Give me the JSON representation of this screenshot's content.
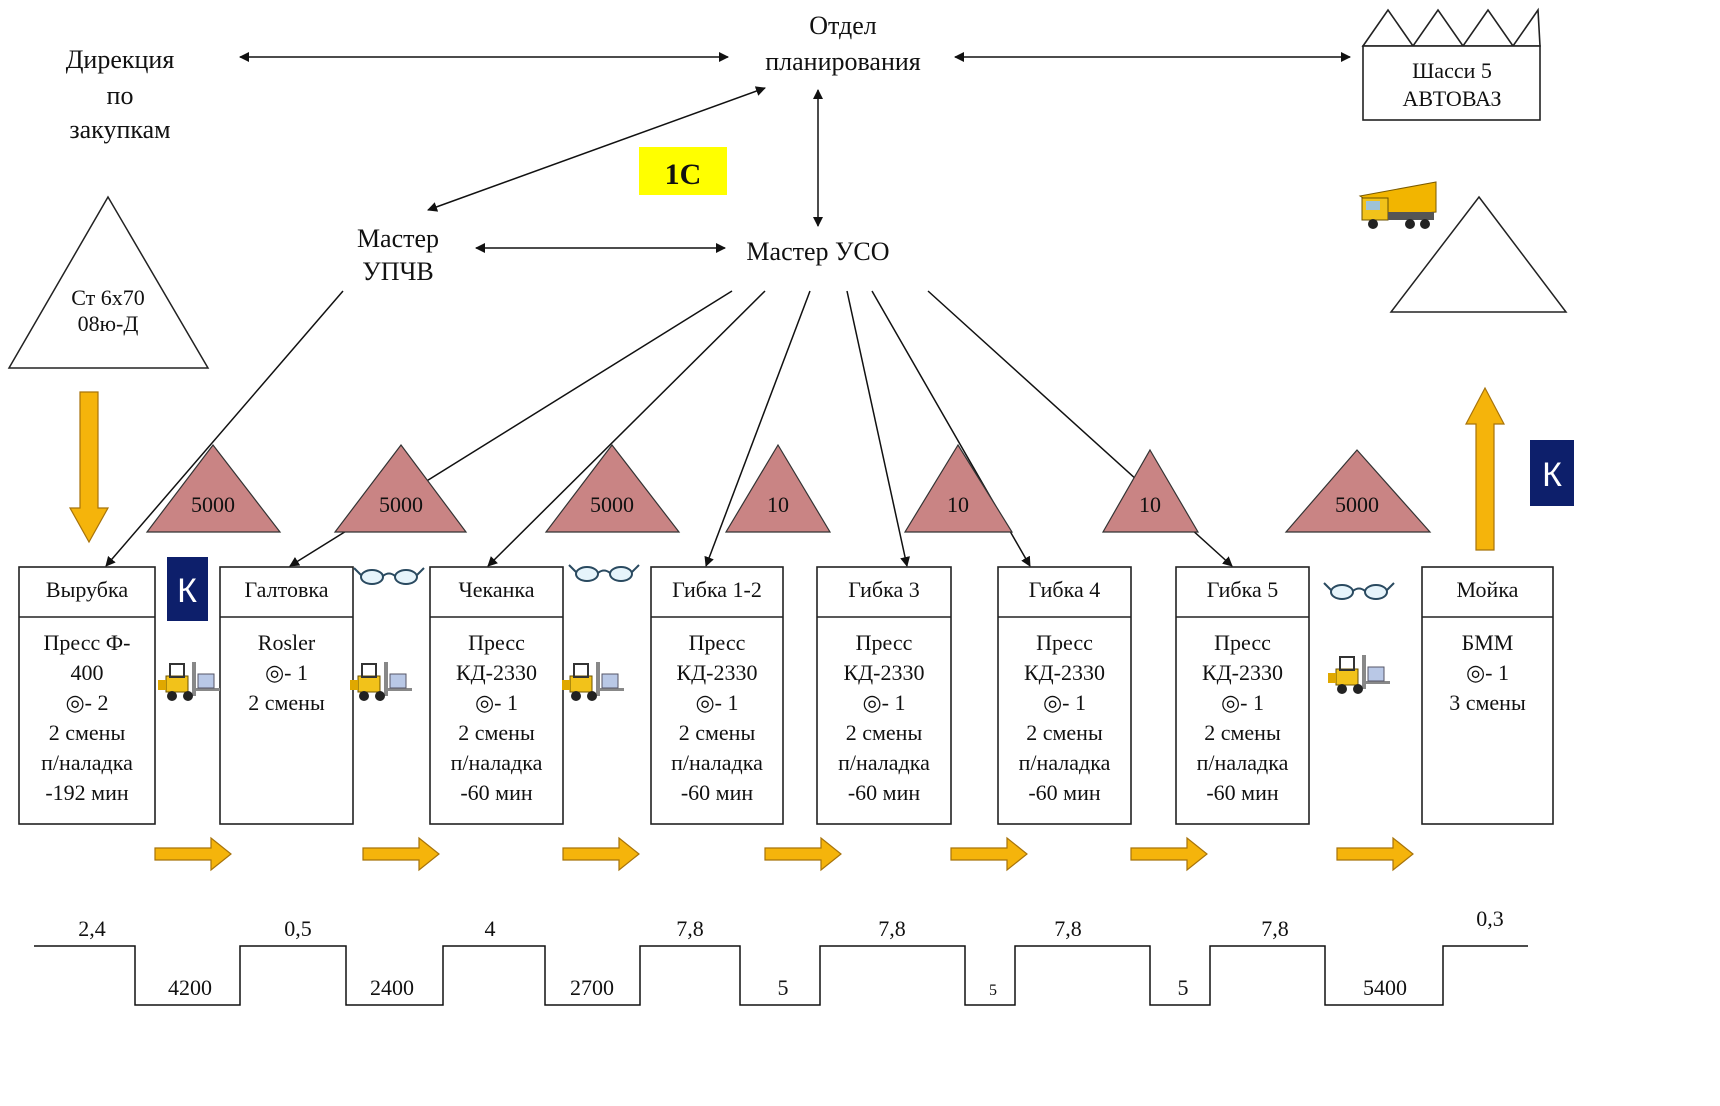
{
  "nodes": {
    "procurement": [
      "Дирекция",
      "по",
      "закупкам"
    ],
    "planning": [
      "Отдел",
      "планирования"
    ],
    "customer": [
      "Шасси 5",
      "АВТОВАЗ"
    ],
    "it_system": "1С",
    "master_upchv": [
      "Мастер",
      "УПЧВ"
    ],
    "master_uso": "Мастер УСО",
    "supplier_material": [
      "Ст 6х70",
      "08ю-Д"
    ]
  },
  "processes": [
    {
      "name": "Вырубка",
      "lines": [
        "Пресс Ф-",
        "400",
        "◎- 2",
        "2 смены",
        "п/наладка",
        "-192 мин"
      ]
    },
    {
      "name": "Галтовка",
      "lines": [
        "Rosler",
        "◎- 1",
        "2 смены"
      ]
    },
    {
      "name": "Чеканка",
      "lines": [
        "Пресс",
        "КД-2330",
        "◎- 1",
        "2 смены",
        "п/наладка",
        "-60 мин"
      ]
    },
    {
      "name": "Гибка 1-2",
      "lines": [
        "Пресс",
        "КД-2330",
        "◎- 1",
        "2 смены",
        "п/наладка",
        "-60 мин"
      ]
    },
    {
      "name": "Гибка 3",
      "lines": [
        "Пресс",
        "КД-2330",
        "◎- 1",
        "2 смены",
        "п/наладка",
        "-60 мин"
      ]
    },
    {
      "name": "Гибка 4",
      "lines": [
        "Пресс",
        "КД-2330",
        "◎- 1",
        "2 смены",
        "п/наладка",
        "-60 мин"
      ]
    },
    {
      "name": "Гибка 5",
      "lines": [
        "Пресс",
        "КД-2330",
        "◎- 1",
        "2 смены",
        "п/наладка",
        "-60 мин"
      ]
    },
    {
      "name": "Мойка",
      "lines": [
        "БММ",
        "◎- 1",
        "3 смены"
      ]
    }
  ],
  "inventory": [
    "5000",
    "5000",
    "5000",
    "10",
    "10",
    "10",
    "5000"
  ],
  "kanban_label": "К",
  "timeline": {
    "upper": [
      "2,4",
      "0,5",
      "4",
      "7,8",
      "7,8",
      "7,8",
      "7,8",
      "0,3"
    ],
    "lower": [
      "4200",
      "2400",
      "2700",
      "5",
      "5",
      "5",
      "5400"
    ]
  },
  "icons": {
    "operator": "operator-circle-icon",
    "forklift": "forklift-icon",
    "glasses": "glasses-icon",
    "truck": "truck-icon",
    "factory": "factory-icon",
    "push_arrow": "push-arrow-icon"
  },
  "colors": {
    "inventory_fill": "#c98484",
    "push_arrow": "#f5b40b",
    "kanban": "#0d1f6b",
    "system_tag": "#ffff00"
  }
}
